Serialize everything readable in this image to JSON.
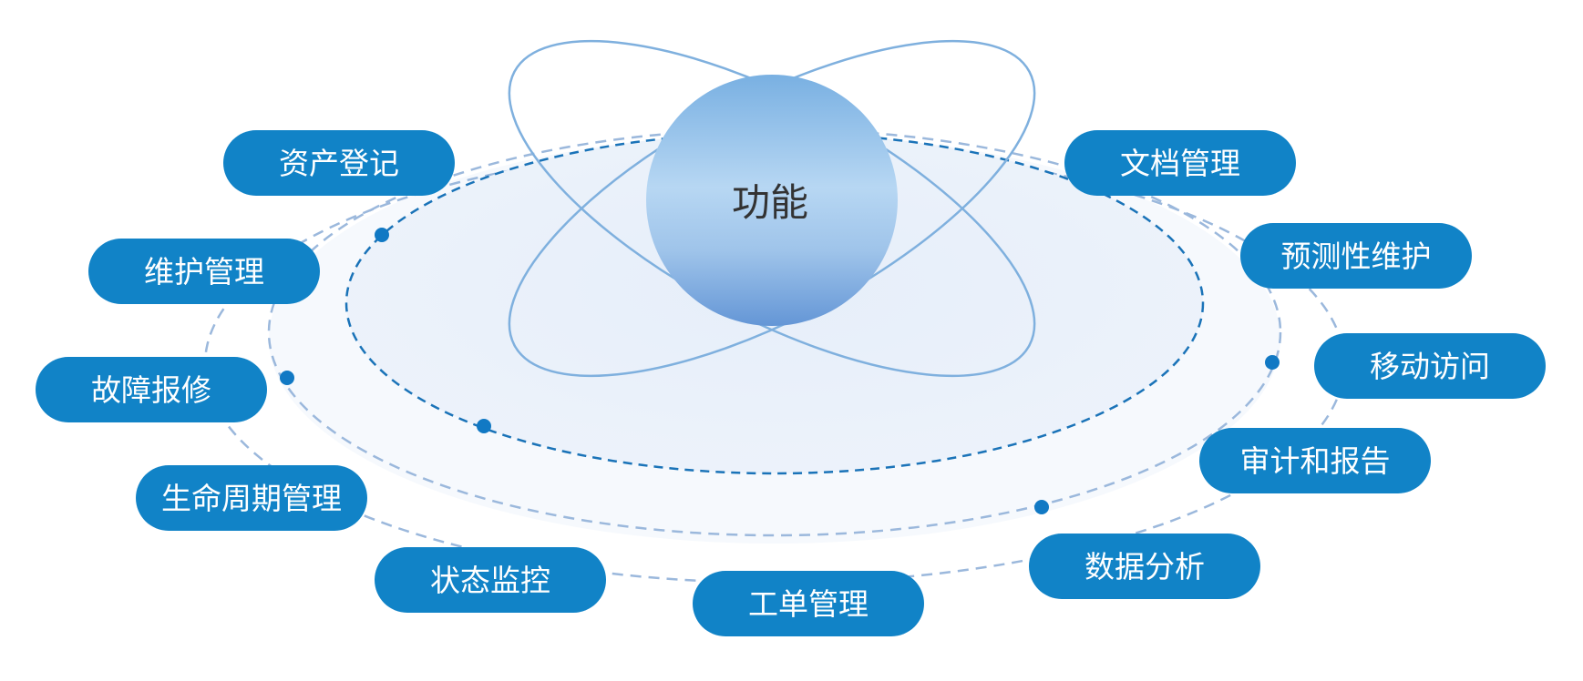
{
  "center": {
    "label": "功能"
  },
  "features": [
    {
      "id": "asset-registration",
      "label": "资产登记"
    },
    {
      "id": "maintenance-management",
      "label": "维护管理"
    },
    {
      "id": "fault-repair",
      "label": "故障报修"
    },
    {
      "id": "lifecycle-management",
      "label": "生命周期管理"
    },
    {
      "id": "status-monitoring",
      "label": "状态监控"
    },
    {
      "id": "work-order-management",
      "label": "工单管理"
    },
    {
      "id": "data-analysis",
      "label": "数据分析"
    },
    {
      "id": "audit-report",
      "label": "审计和报告"
    },
    {
      "id": "mobile-access",
      "label": "移动访问"
    },
    {
      "id": "predictive-maintenance",
      "label": "预测性维护"
    },
    {
      "id": "document-management",
      "label": "文档管理"
    }
  ],
  "colors": {
    "pill": "#1183c7",
    "dashed_outer": "#9bb8dc",
    "dashed_inner": "#1a73b8",
    "dot": "#1179c4",
    "orbit": "#7fb0de",
    "center_text": "#333333"
  }
}
